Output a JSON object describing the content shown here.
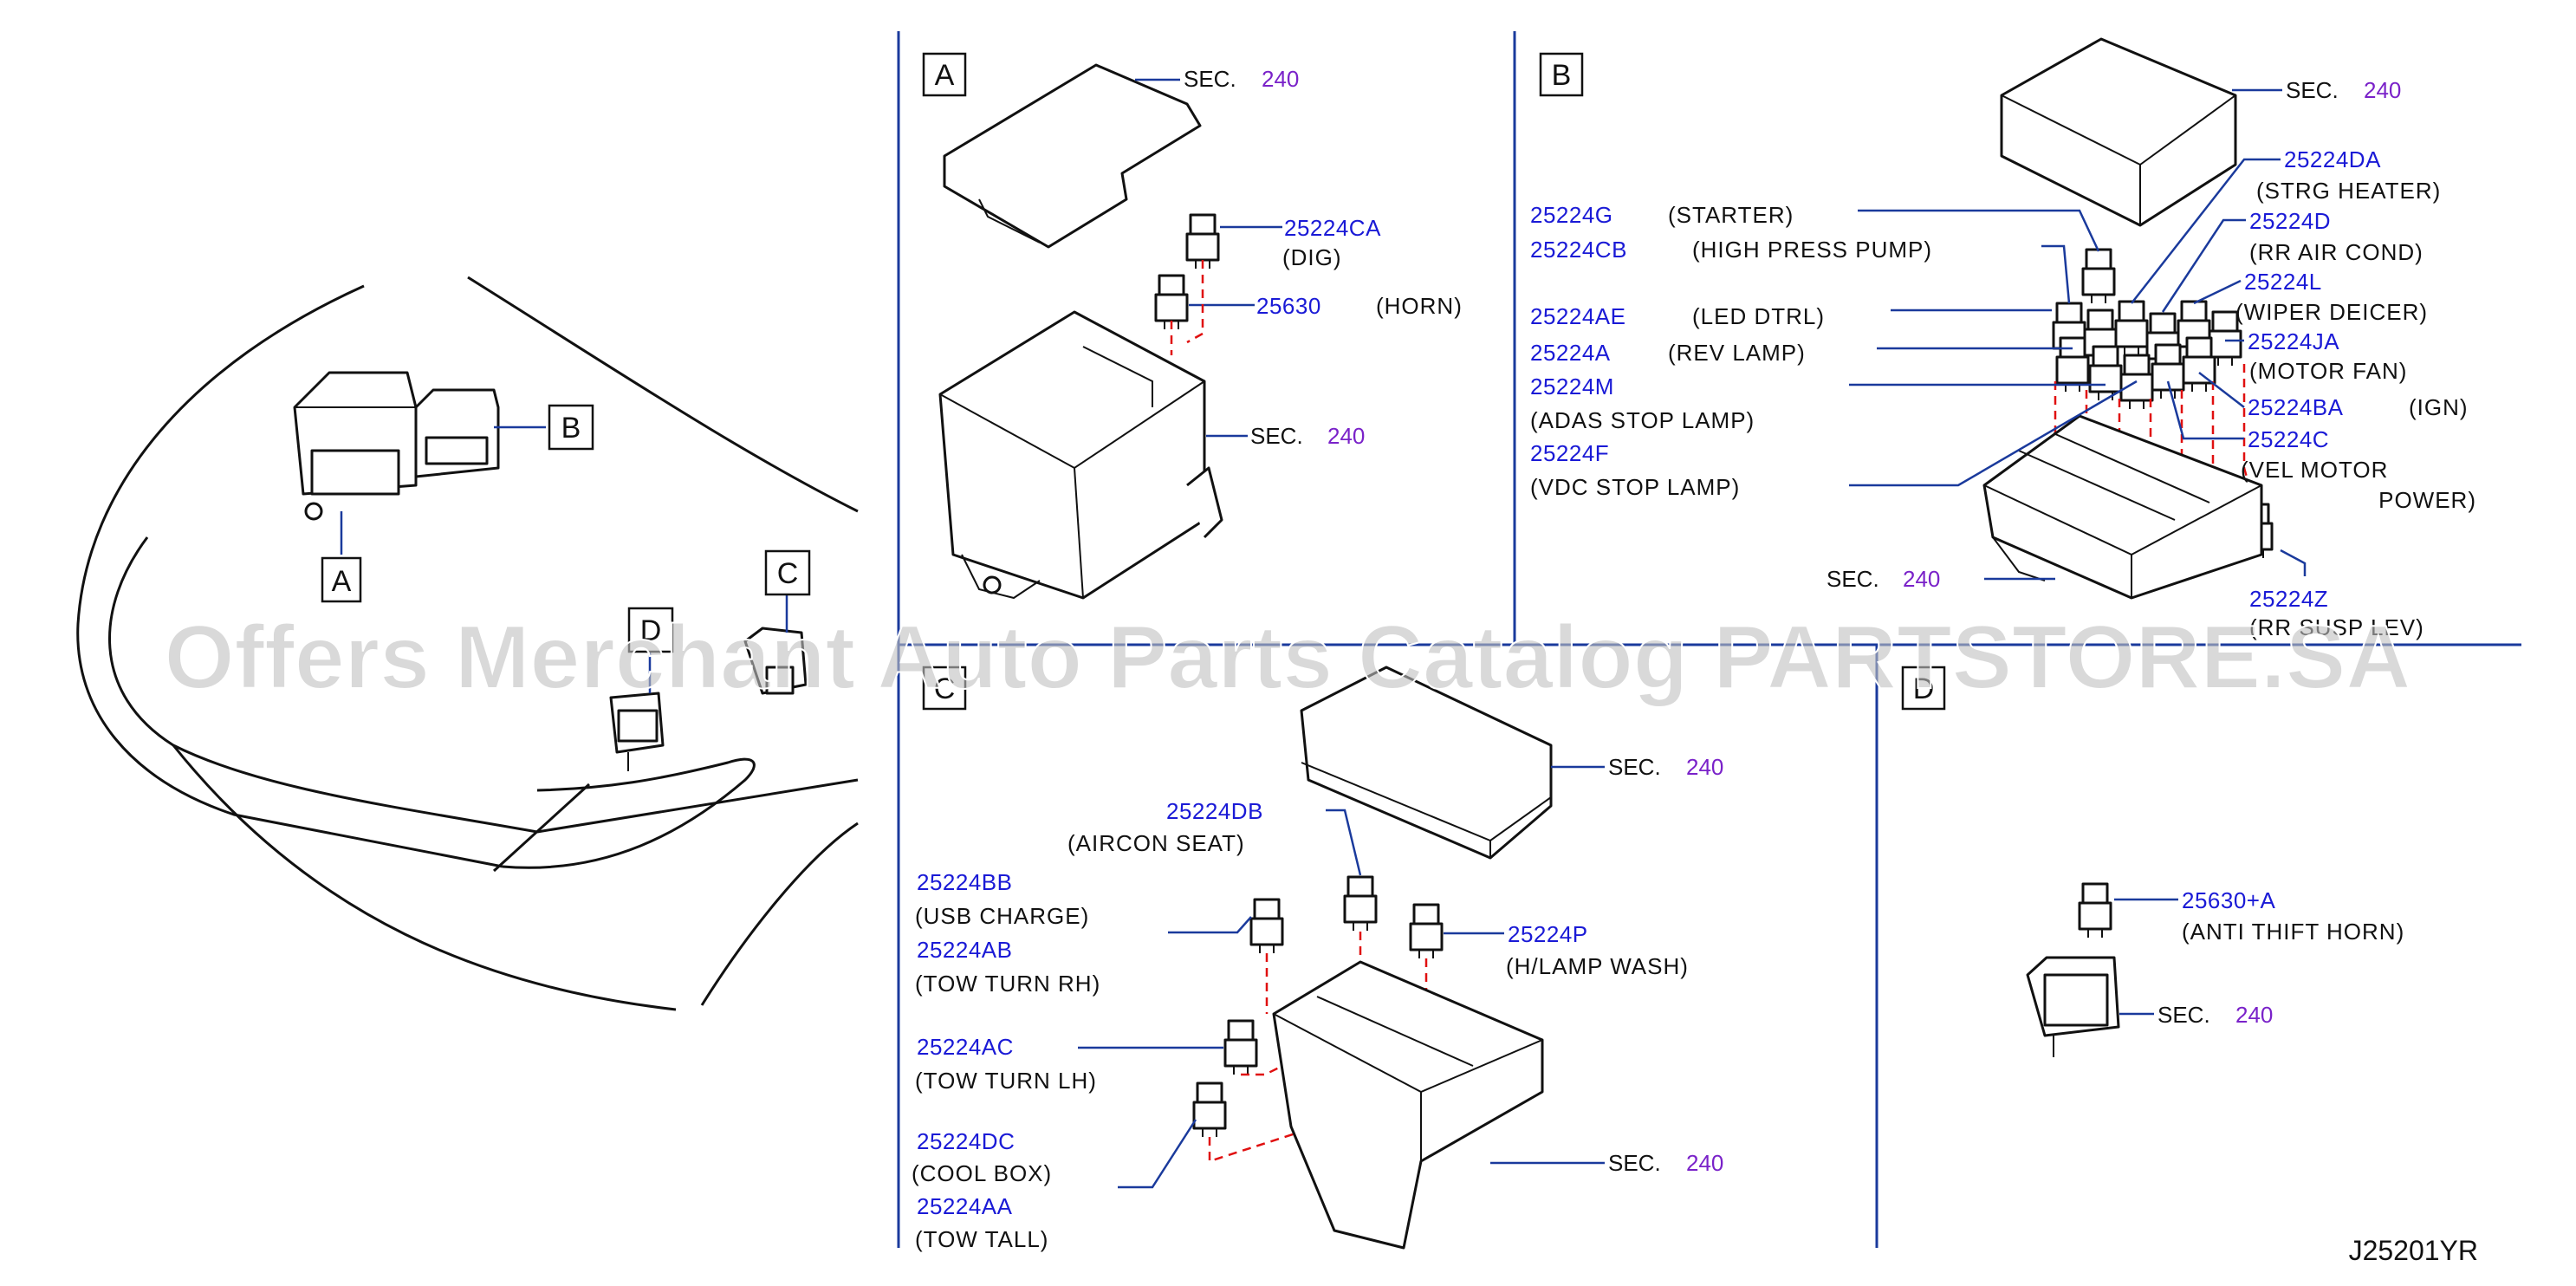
{
  "watermark": "Offers Merchant Auto Parts Catalog PARTSTORE.SA",
  "diagram_code": "J25201YR",
  "overview": {
    "callouts": [
      "A",
      "B",
      "C",
      "D"
    ]
  },
  "section_ref": {
    "prefix": "SEC.",
    "number": "240"
  },
  "panel_a": {
    "letter": "A",
    "parts": [
      {
        "part_no": "25224CA",
        "desc": "(DIG)"
      },
      {
        "part_no": "25630",
        "desc": "(HORN)"
      }
    ]
  },
  "panel_b": {
    "letter": "B",
    "parts": [
      {
        "part_no": "25224G",
        "desc": "(STARTER)"
      },
      {
        "part_no": "25224CB",
        "desc": "(HIGH   PRESS   PUMP)"
      },
      {
        "part_no": "25224AE",
        "desc": "(LED   DTRL)"
      },
      {
        "part_no": "25224A",
        "desc": "(REV   LAMP)"
      },
      {
        "part_no": "25224M",
        "desc": "(ADAS   STOP   LAMP)"
      },
      {
        "part_no": "25224F",
        "desc": "(VDC   STOP   LAMP)"
      },
      {
        "part_no": "25224DA",
        "desc": "(STRG   HEATER)"
      },
      {
        "part_no": "25224D",
        "desc": "(RR   AIR   COND)"
      },
      {
        "part_no": "25224L",
        "desc": "(WIPER   DEICER)"
      },
      {
        "part_no": "25224JA",
        "desc": "(MOTOR   FAN)"
      },
      {
        "part_no": "25224BA",
        "desc": "(IGN)"
      },
      {
        "part_no": "25224C",
        "desc": "(VEL   MOTOR",
        "desc2": "POWER)"
      },
      {
        "part_no": "25224Z",
        "desc": "(RR   SUSP   LEV)"
      }
    ]
  },
  "panel_c": {
    "letter": "C",
    "parts": [
      {
        "part_no": "25224DB",
        "desc": "(AIRCON   SEAT)"
      },
      {
        "part_no": "25224BB",
        "desc": "(USB   CHARGE)"
      },
      {
        "part_no": "25224AB",
        "desc": "(TOW   TURN   RH)"
      },
      {
        "part_no": "25224P",
        "desc": "(H/LAMP   WASH)"
      },
      {
        "part_no": "25224AC",
        "desc": "(TOW   TURN   LH)"
      },
      {
        "part_no": "25224DC",
        "desc": "(COOL   BOX)"
      },
      {
        "part_no": "25224AA",
        "desc": "(TOW   TALL)"
      }
    ]
  },
  "panel_d": {
    "letter": "D",
    "parts": [
      {
        "part_no": "25630+A",
        "desc": "(ANTI   THIFT   HORN)"
      }
    ]
  }
}
